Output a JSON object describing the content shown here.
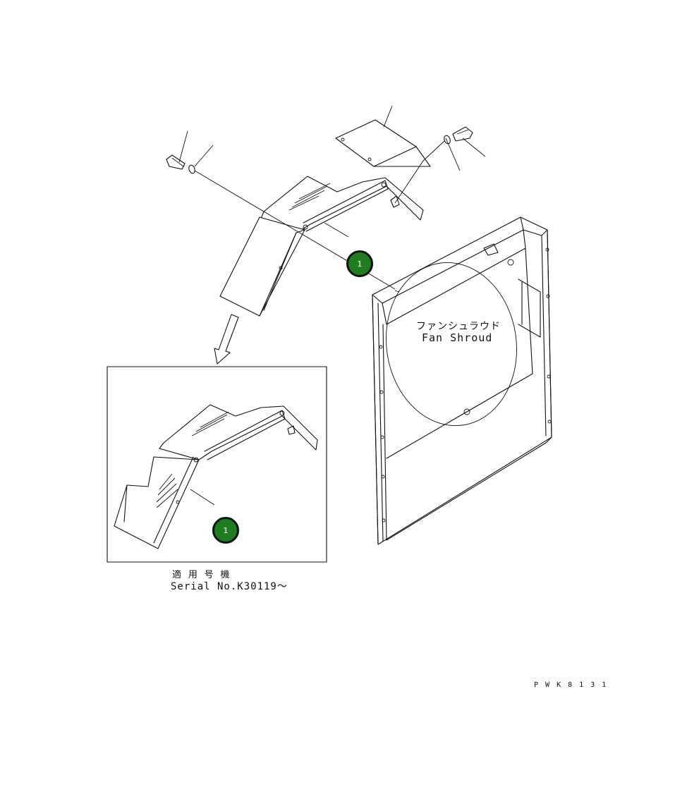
{
  "labels": {
    "fan_shroud_jp": "ファンシュラウド",
    "fan_shroud_en": "Fan Shroud",
    "serial_jp": "適 用 号 機",
    "serial_en": "Serial No.K30119～",
    "drawing_code": "P W K 8 1 3 1"
  },
  "callouts": [
    {
      "number": "1"
    },
    {
      "number": "1"
    }
  ],
  "colors": {
    "callout_fill": "#1e7d1e",
    "callout_border": "#111111",
    "line": "#111111"
  }
}
